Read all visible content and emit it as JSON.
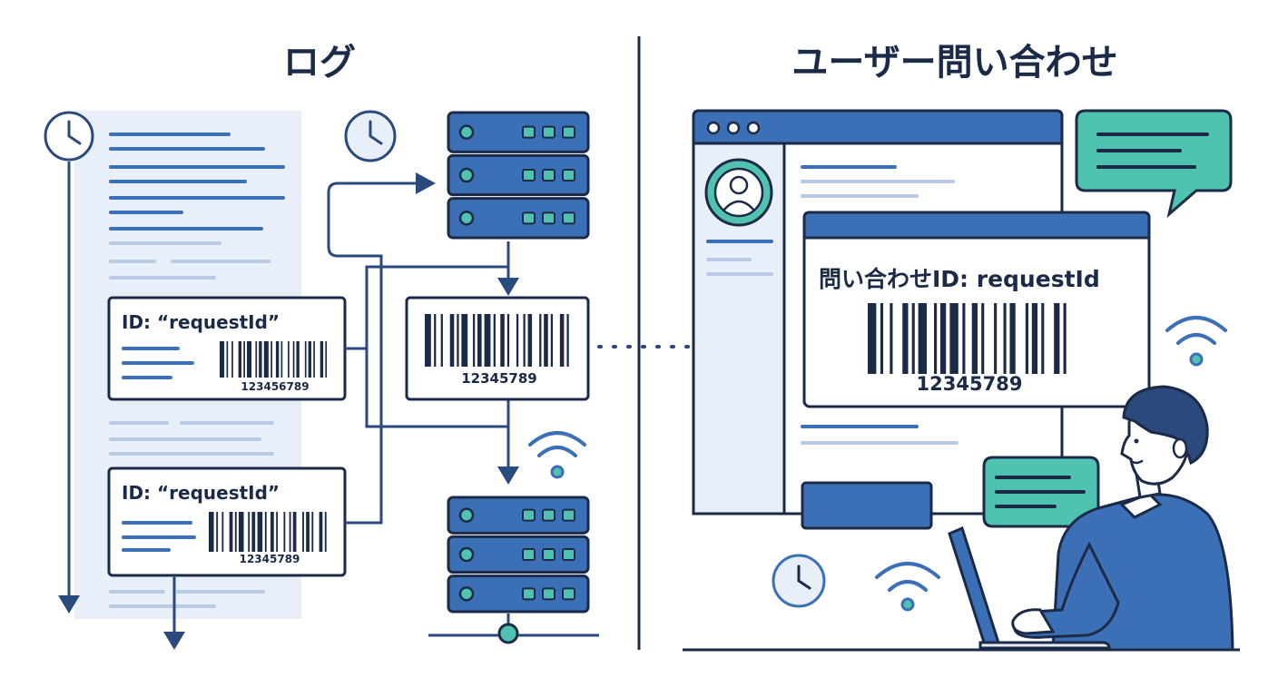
{
  "panels": {
    "left": {
      "title": "ログ"
    },
    "right": {
      "title": "ユーザー問い合わせ"
    }
  },
  "log_cards": [
    {
      "label": "ID: “requestId”",
      "code": "123456789"
    },
    {
      "label": "ID: “requestId”",
      "code": "12345789"
    }
  ],
  "center_barcode": {
    "code": "12345789"
  },
  "inquiry_card": {
    "label": "問い合わせID: requestId",
    "code": "12345789"
  },
  "icons": [
    "clock-icon",
    "server-icon",
    "barcode-icon",
    "wifi-icon",
    "user-avatar-icon",
    "chat-bubble-icon",
    "laptop-icon"
  ],
  "colors": {
    "navy": "#1b2a47",
    "blue": "#3b6fb6",
    "light_blue": "#e6eef8",
    "teal": "#4fc3b0",
    "panel_fill": "#eef3fa"
  }
}
